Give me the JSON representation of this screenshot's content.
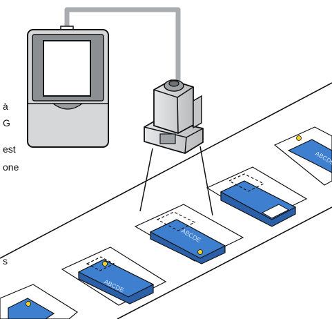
{
  "text_fragments": [
    "à",
    "G",
    "est",
    "one",
    "s"
  ],
  "chip_texts": [
    "ABCDE",
    "ABCDE",
    "ABCDE"
  ],
  "colors": {
    "chip_blue": "#3f7fcf",
    "chip_dark": "#2b5fa8",
    "dot_yellow": "#f2d22a",
    "cable_gray": "#a9acb0",
    "device_gray": "#c8cacc",
    "outline": "#111111"
  }
}
